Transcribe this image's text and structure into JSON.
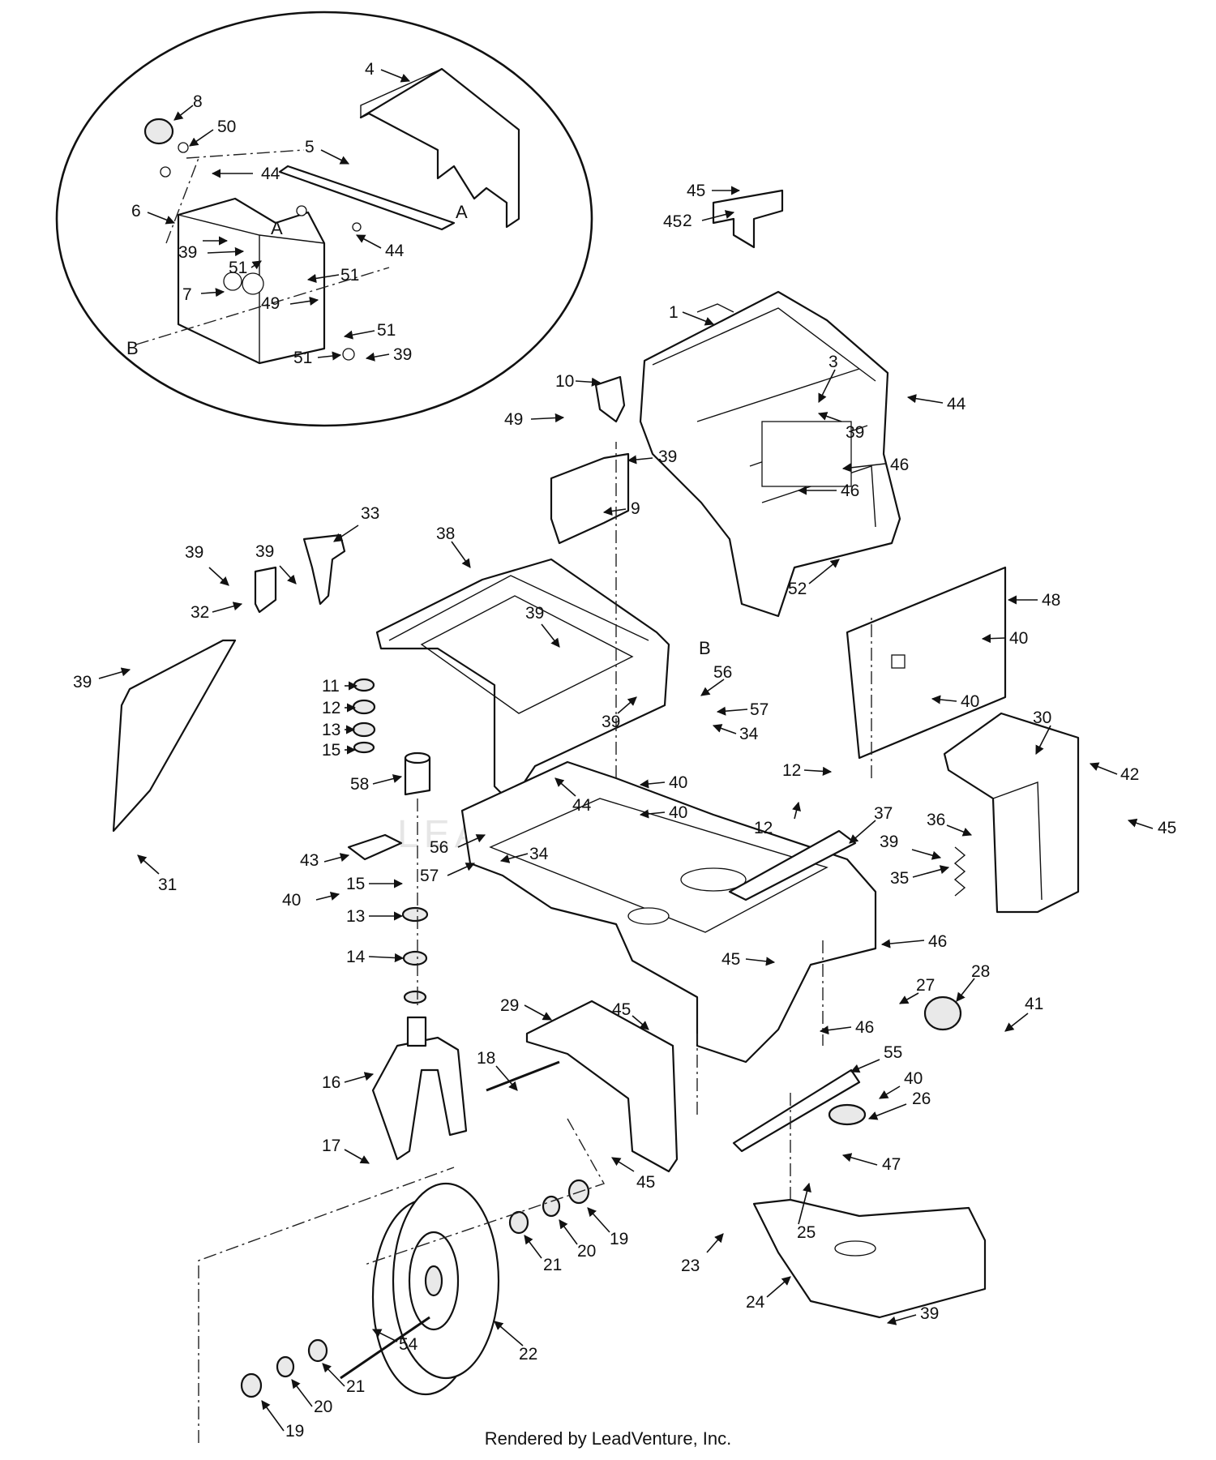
{
  "footer": "Rendered by LeadVenture, Inc.",
  "watermark": "LEADVENTURE",
  "ref_letters": [
    "A",
    "A",
    "B",
    "B"
  ],
  "callouts": [
    "1",
    "2",
    "3",
    "4",
    "5",
    "6",
    "7",
    "8",
    "9",
    "10",
    "11",
    "12",
    "12",
    "12",
    "13",
    "13",
    "14",
    "15",
    "15",
    "16",
    "17",
    "18",
    "19",
    "19",
    "20",
    "20",
    "21",
    "21",
    "22",
    "23",
    "24",
    "25",
    "26",
    "27",
    "28",
    "29",
    "30",
    "31",
    "32",
    "33",
    "34",
    "34",
    "35",
    "36",
    "37",
    "38",
    "39",
    "39",
    "39",
    "39",
    "39",
    "39",
    "39",
    "39",
    "39",
    "39",
    "39",
    "39",
    "40",
    "40",
    "40",
    "40",
    "40",
    "40",
    "41",
    "42",
    "43",
    "44",
    "44",
    "44",
    "44",
    "45",
    "45",
    "45",
    "45",
    "45",
    "45",
    "45",
    "46",
    "46",
    "46",
    "46",
    "47",
    "48",
    "49",
    "49",
    "50",
    "51",
    "51",
    "51",
    "51",
    "52",
    "54",
    "55",
    "56",
    "56",
    "57",
    "57",
    "58"
  ]
}
